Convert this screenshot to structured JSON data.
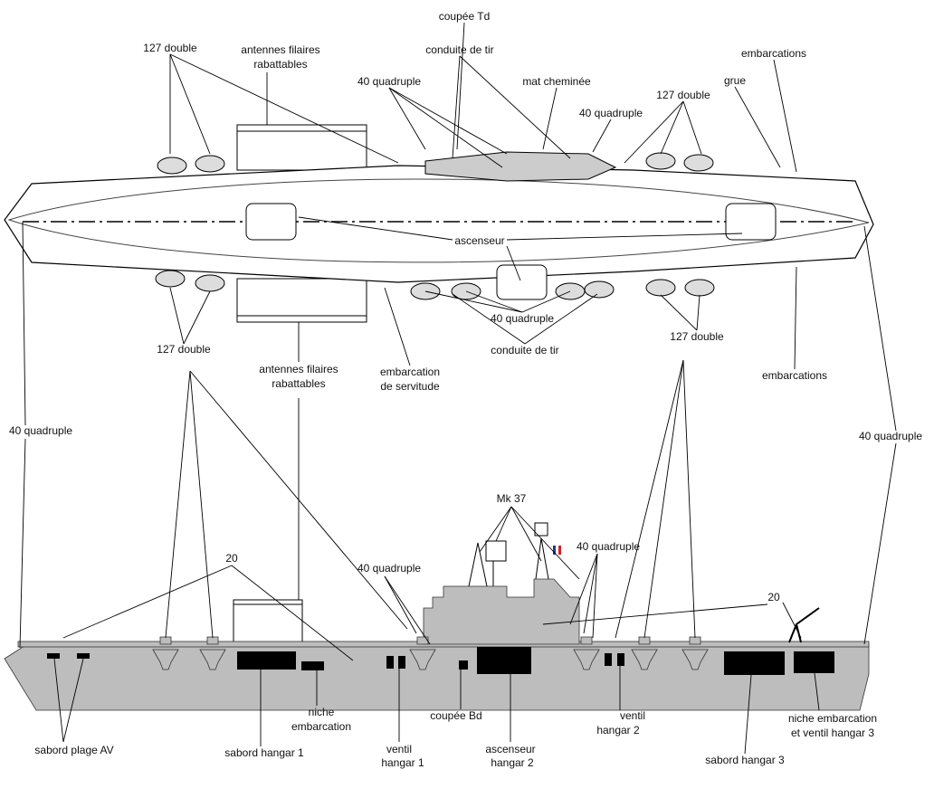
{
  "colors": {
    "hull_side": "#bdbdbd",
    "openings": "#000000",
    "lines": "#000000",
    "flag": [
      "#1f3a93",
      "#ffffff",
      "#d62020"
    ]
  },
  "top_view": {
    "labels": {
      "coupee_td": "coupée Td",
      "conduite_tir_top": "conduite de tir",
      "double127_tl": "127 double",
      "antennes_top_1": "antennes filaires",
      "antennes_top_2": "rabattables",
      "quad40_top_a": "40 quadruple",
      "mat_cheminee": "mat cheminée",
      "quad40_top_b": "40 quadruple",
      "double127_tr": "127 double",
      "embarcations_top": "embarcations",
      "grue": "grue",
      "ascenseur": "ascenseur",
      "quad40_bottom": "40 quadruple",
      "conduite_tir_bottom": "conduite de tir",
      "double127_bl": "127 double",
      "double127_br": "127 double",
      "antennes_bot_1": "antennes filaires",
      "antennes_bot_2": "rabattables",
      "embarcation_serv_1": "embarcation",
      "embarcation_serv_2": "de servitude",
      "embarcations_bottom": "embarcations"
    }
  },
  "side_view": {
    "labels": {
      "quad40_left": "40 quadruple",
      "quad40_right": "40 quadruple",
      "mk37": "Mk 37",
      "quad40_island_r": "40 quadruple",
      "quad40_island_l": "40 quadruple",
      "twenty_l": "20",
      "twenty_r": "20",
      "niche_1": "niche",
      "niche_2": "embarcation",
      "coupee_bd": "coupée Bd",
      "ventil2_1": "ventil",
      "ventil2_2": "hangar 2",
      "niche3_1": "niche embarcation",
      "niche3_2": "et ventil hangar 3",
      "sabord_av": "sabord plage AV",
      "sabord_h1": "sabord hangar 1",
      "ventil1_1": "ventil",
      "ventil1_2": "hangar 1",
      "asc_h2_1": "ascenseur",
      "asc_h2_2": "hangar 2",
      "sabord_h3": "sabord hangar 3"
    }
  }
}
